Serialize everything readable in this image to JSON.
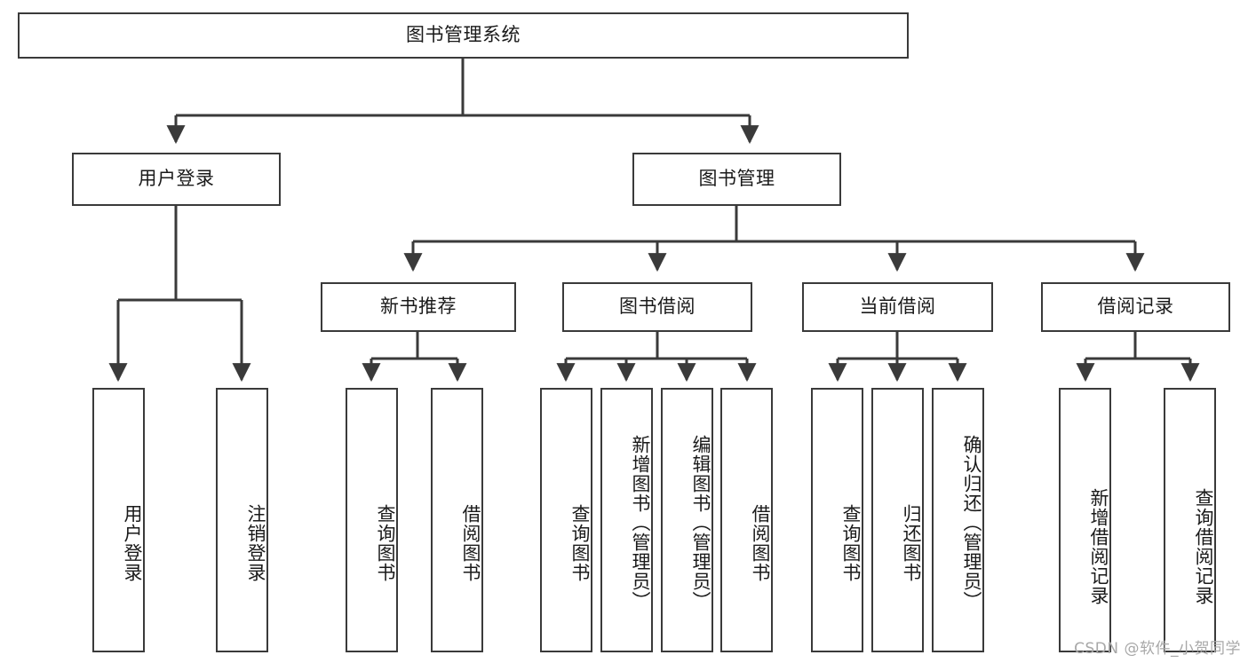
{
  "diagram": {
    "title": "图书管理系统",
    "root": {
      "label": "图书管理系统"
    },
    "level2": [
      {
        "label": "用户登录"
      },
      {
        "label": "图书管理"
      }
    ],
    "level3": [
      {
        "label": "新书推荐"
      },
      {
        "label": "图书借阅"
      },
      {
        "label": "当前借阅"
      },
      {
        "label": "借阅记录"
      }
    ],
    "leaves": {
      "user_login": [
        {
          "label": "用户登录"
        },
        {
          "label": "注销登录"
        }
      ],
      "new_book_recommend": [
        {
          "label": "查询图书"
        },
        {
          "label": "借阅图书"
        }
      ],
      "book_borrow": [
        {
          "label": "查询图书"
        },
        {
          "label": "新增图书（管理员）"
        },
        {
          "label": "编辑图书（管理员）"
        },
        {
          "label": "借阅图书"
        }
      ],
      "current_borrow": [
        {
          "label": "查询图书"
        },
        {
          "label": "归还图书"
        },
        {
          "label": "确认归还（管理员）"
        }
      ],
      "borrow_record": [
        {
          "label": "新增借阅记录"
        },
        {
          "label": "查询借阅记录"
        }
      ]
    }
  },
  "watermark": {
    "text": "CSDN @软件_小贺同学"
  },
  "colors": {
    "border": "#3a3a3a",
    "background": "#ffffff",
    "text": "#1a1a1a",
    "watermark": "#a8a8a8"
  }
}
